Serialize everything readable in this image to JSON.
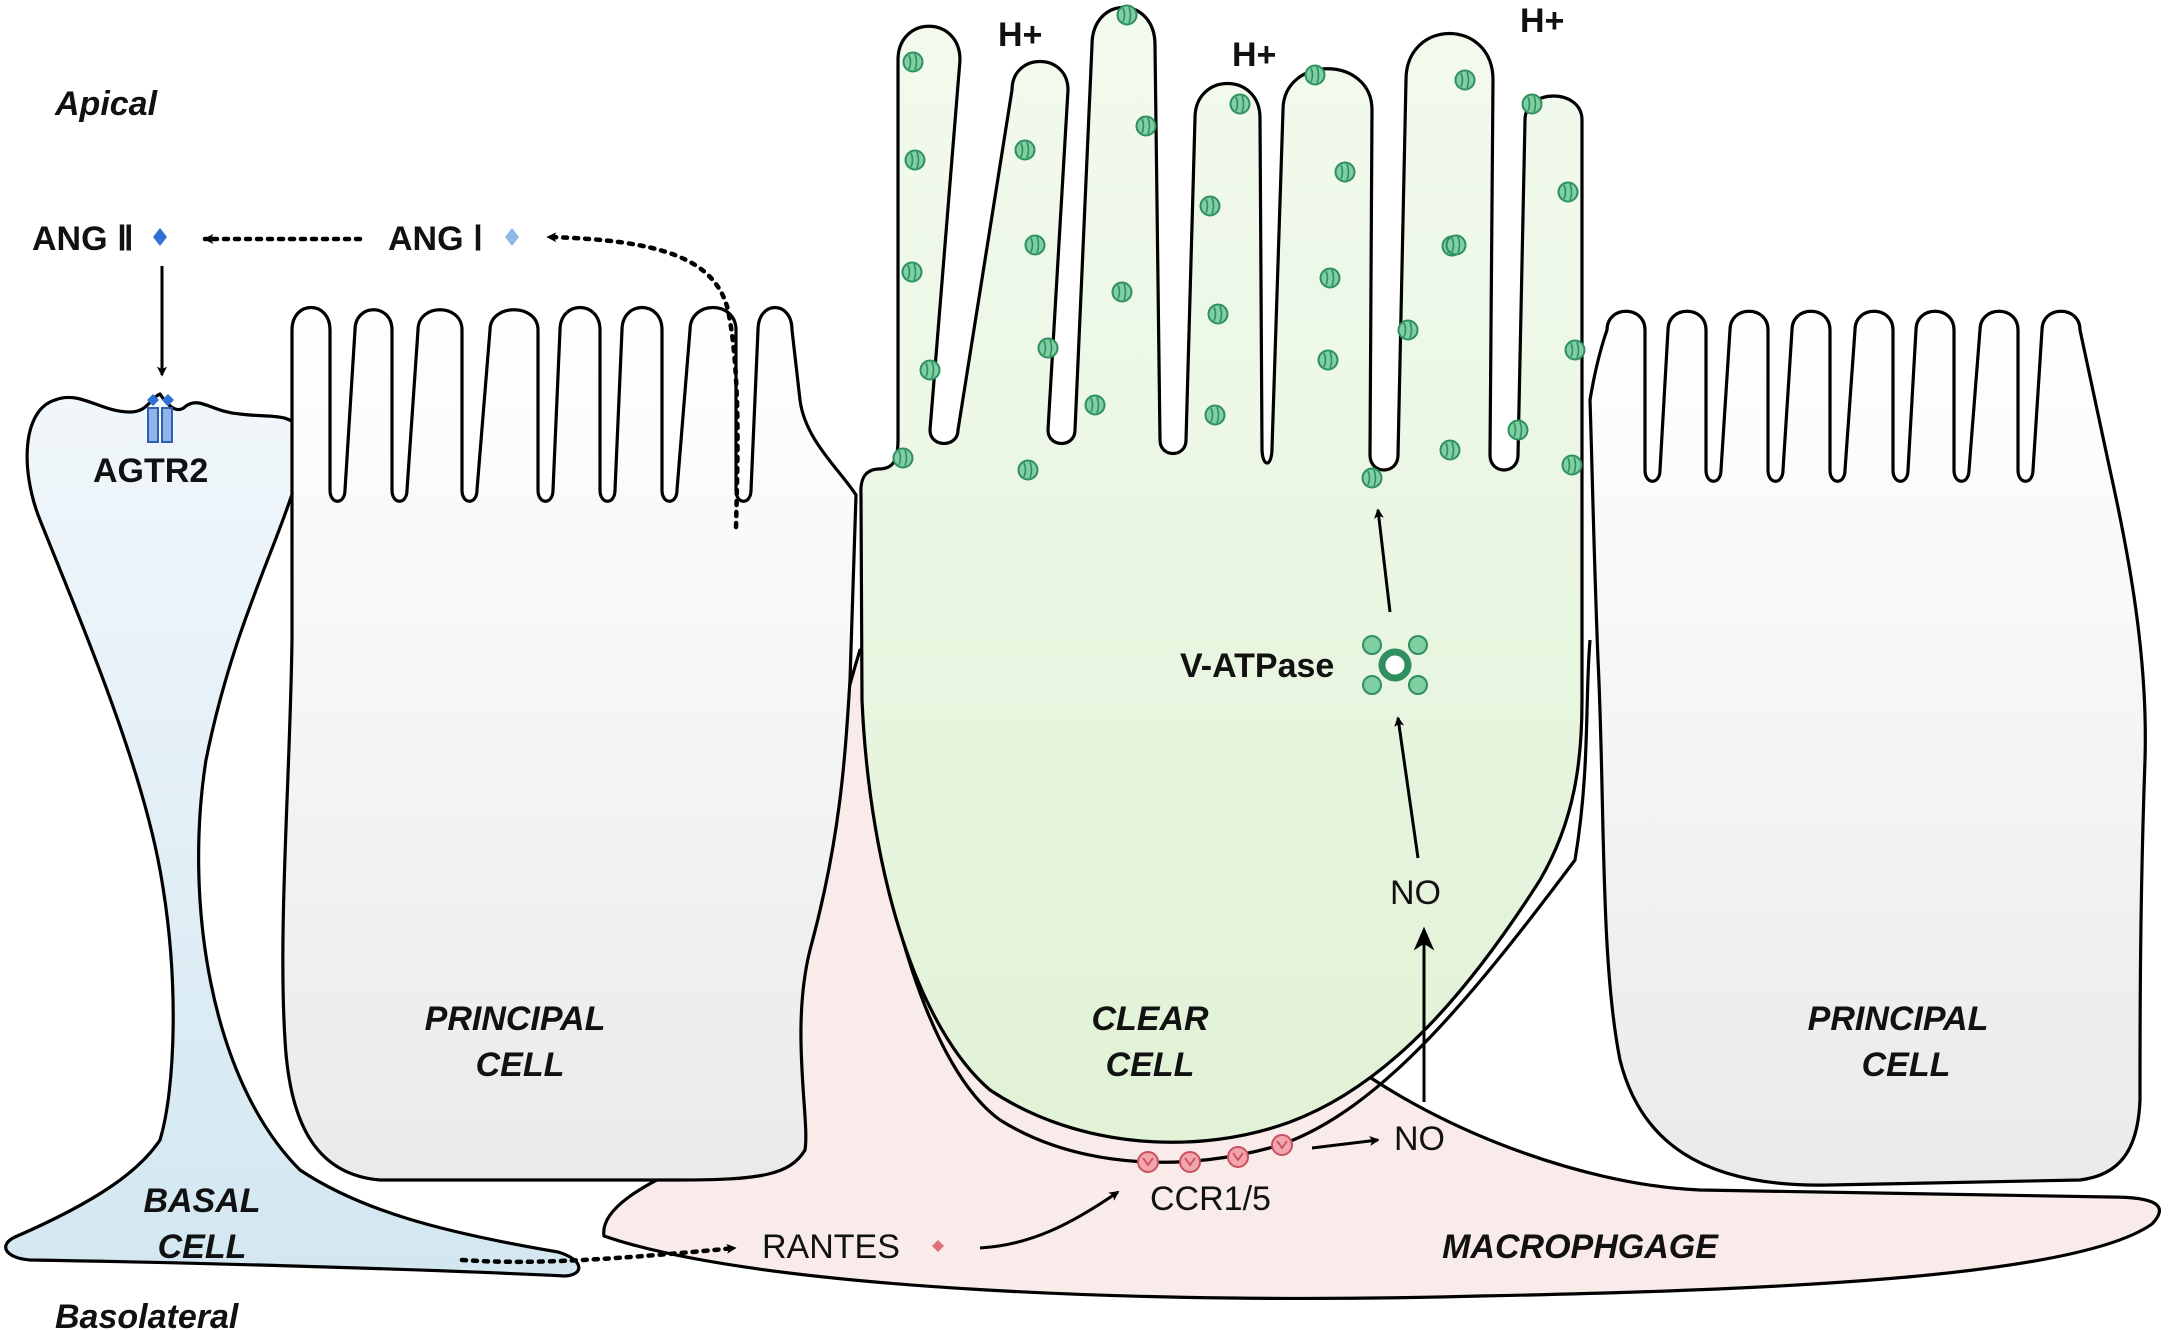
{
  "diagram": {
    "regions": {
      "apical": "Apical",
      "basolateral": "Basolateral"
    },
    "cells": {
      "basal": [
        "BASAL",
        "CELL"
      ],
      "principal_left": [
        "PRINCIPAL",
        "CELL"
      ],
      "clear": [
        "CLEAR",
        "CELL"
      ],
      "principal_right": [
        "PRINCIPAL",
        "CELL"
      ],
      "macrophage": "MACROPHGAGE"
    },
    "molecules": {
      "ang2": "ANG Ⅱ",
      "ang1": "ANG Ⅰ",
      "agtr2": "AGTR2",
      "h_plus": [
        "H+",
        "H+",
        "H+"
      ],
      "v_atpase": "V-ATPase",
      "no": [
        "NO",
        "NO"
      ],
      "ccr": "CCR1/5",
      "rantes": "RANTES"
    },
    "colors": {
      "basal_fill_top": "#f1f7fb",
      "basal_fill_bottom": "#d6e9f2",
      "principal_fill_top": "#ffffff",
      "principal_fill_bottom": "#ececec",
      "clear_fill": "#eaf6e2",
      "macrophage_fill": "#f9ebea",
      "v_atpase": "#3fae7a",
      "ccr": "#e0707c",
      "ang2_marker": "#2f6fd8",
      "ang1_marker": "#8db8e8",
      "agtr2": "#8fb4e8"
    }
  }
}
